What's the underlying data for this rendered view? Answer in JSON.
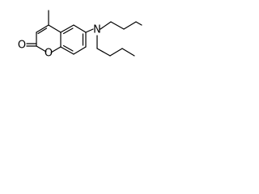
{
  "molecule": {
    "atoms": {
      "carbonyl_o": "O",
      "ring_o": "O",
      "amine_n": "N"
    }
  }
}
